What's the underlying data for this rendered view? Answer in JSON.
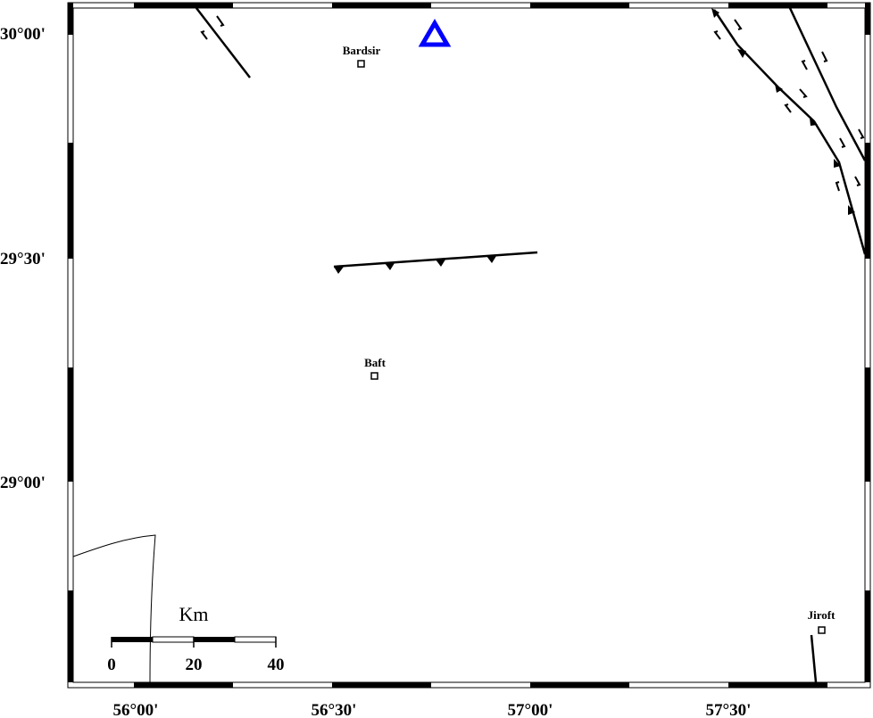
{
  "map": {
    "lat_labels": [
      "30°00'",
      "29°30'",
      "29°00'"
    ],
    "lon_labels": [
      "56°00'",
      "56°30'",
      "57°00'",
      "57°30'"
    ],
    "cities": [
      {
        "name": "Bardsir"
      },
      {
        "name": "Baft"
      },
      {
        "name": "Jiroft"
      }
    ],
    "station_marker": {
      "color": "#0000ff",
      "shape": "triangle"
    },
    "scale_bar": {
      "unit": "Km",
      "ticks": [
        "0",
        "20",
        "40"
      ]
    }
  }
}
